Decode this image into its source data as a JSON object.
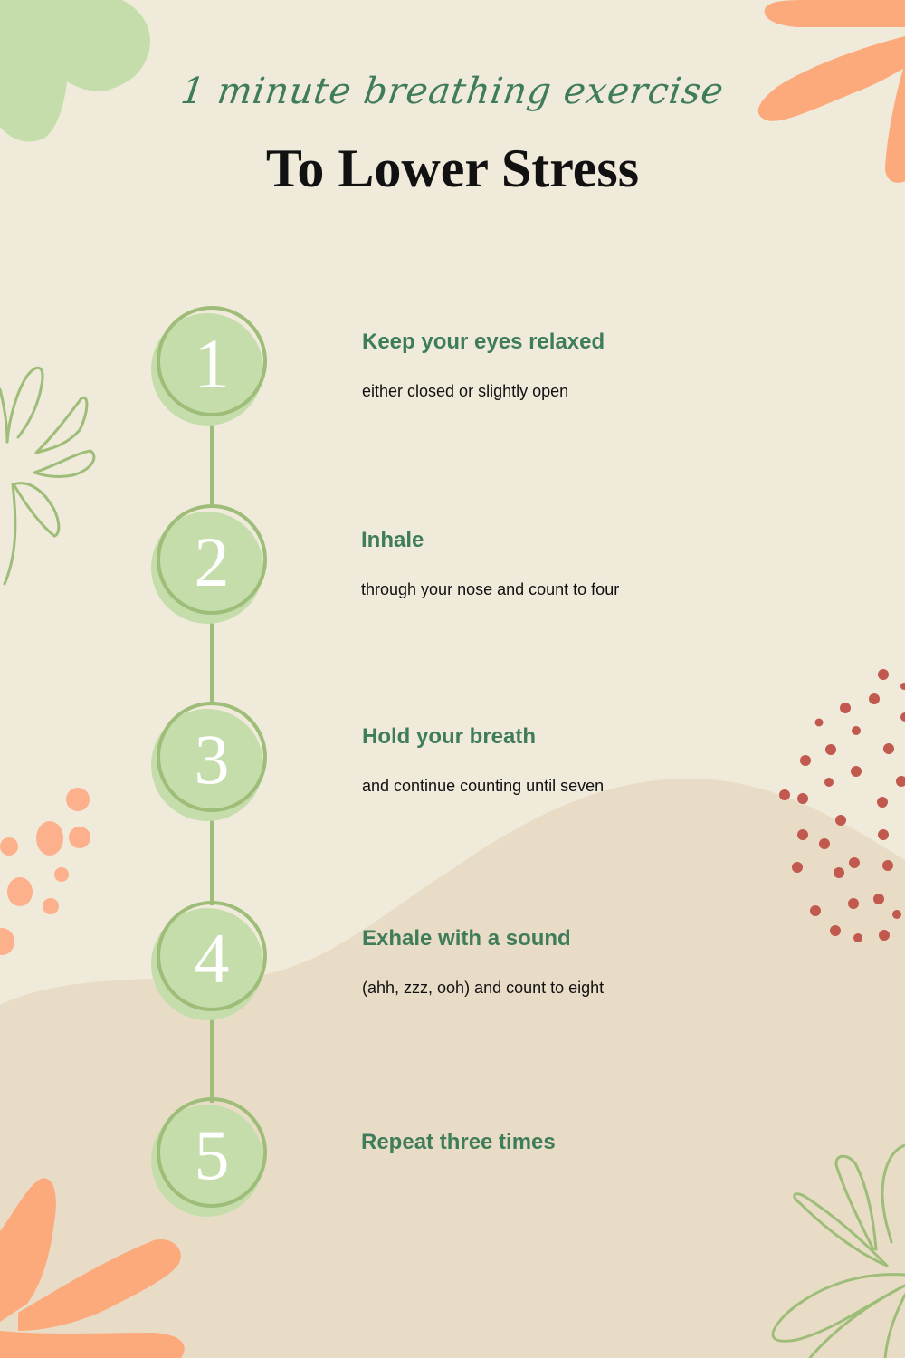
{
  "header": {
    "subtitle": "1 minute breathing exercise",
    "title": "To Lower Stress"
  },
  "steps": [
    {
      "number": "1",
      "title": "Keep your eyes relaxed",
      "description": "either closed or slightly open"
    },
    {
      "number": "2",
      "title": "Inhale",
      "description": "through your nose and count to four"
    },
    {
      "number": "3",
      "title": "Hold your breath",
      "description": "and continue counting until seven"
    },
    {
      "number": "4",
      "title": "Exhale with a sound",
      "description": "(ahh, zzz, ooh) and count to eight"
    },
    {
      "number": "5",
      "title": "Repeat three times",
      "description": ""
    }
  ],
  "colors": {
    "background": "#f0eada",
    "wave": "#e9dcc6",
    "accent_green": "#3f7d5a",
    "circle_fill": "#c4ddab",
    "circle_ring": "#9dbd78",
    "orange": "#fca97c",
    "dots_red": "#c1594f",
    "title_text": "#111111"
  }
}
